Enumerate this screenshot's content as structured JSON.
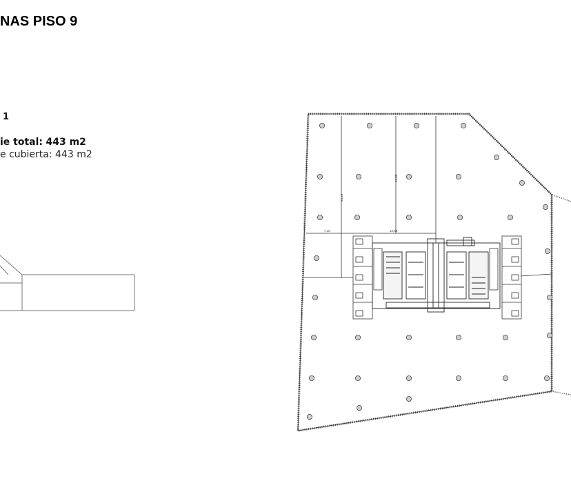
{
  "header": {
    "title": "NAS PISO 9"
  },
  "info": {
    "unit": "1",
    "total_label": "ie total:",
    "total_value": "443 m2",
    "covered_label": "e cubierta:",
    "covered_value": "443 m2"
  },
  "plan": {
    "dimensions": {
      "d1": "24,48",
      "d2": "18,30",
      "d3": "7,10",
      "d4": "12,68"
    }
  }
}
